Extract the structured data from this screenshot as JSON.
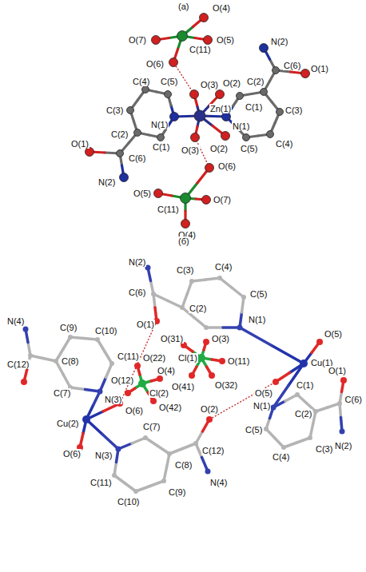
{
  "diagram": {
    "labels": [
      "(а)",
      "O(4)",
      "O(7)",
      "C(11)",
      "O(5)",
      "O(6)",
      "C(4)",
      "C(5)",
      "O(3)",
      "O(2)",
      "Zn(1)",
      "C(3)",
      "N(1)",
      "C(1)",
      "C(2)",
      "N(1)",
      "C(2)",
      "C(1)",
      "O(3)",
      "O(2)",
      "C(6)",
      "O(1)",
      "N(2)",
      "C(5)",
      "C(4)",
      "C(3)",
      "C(6)",
      "O(1)",
      "N(2)",
      "O(6)",
      "O(5)",
      "O(7)",
      "C(11)",
      "O(4)",
      "(б)",
      "N(2)",
      "C(3)",
      "C(4)",
      "C(6)",
      "C(2)",
      "C(5)",
      "O(1)",
      "N(1)",
      "O(5)",
      "O(31)",
      "O(3)",
      "Cl(1)",
      "O(11)",
      "Cu(1)",
      "O(41)",
      "O(32)",
      "O(5)",
      "C(1)",
      "O(1)",
      "C(6)",
      "N(1)",
      "C(2)",
      "C(5)",
      "O(2)",
      "C(4)",
      "C(3)",
      "N(2)",
      "N(4)",
      "C(9)",
      "C(10)",
      "C(11)",
      "C(8)",
      "O(22)",
      "C(12)",
      "O(12)",
      "O(4)",
      "Cl(2)",
      "O(42)",
      "C(7)",
      "N(3)",
      "O(6)",
      "Cu(2)",
      "C(7)",
      "O(6)",
      "N(3)",
      "C(8)",
      "C(12)",
      "C(11)",
      "C(10)",
      "C(9)",
      "N(4)"
    ]
  }
}
